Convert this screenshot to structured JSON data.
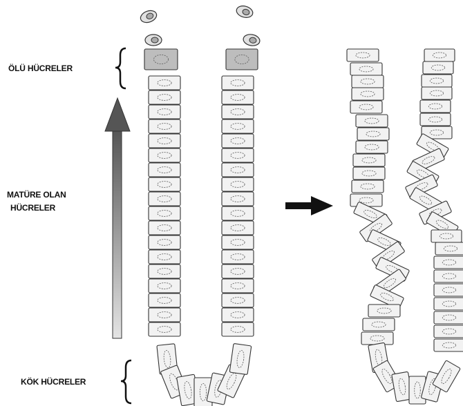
{
  "labels": {
    "dead_cells": "ÖLÜ HÜCRELER",
    "maturing_cells_line1": "MATÜRE OLAN",
    "maturing_cells_line2": "HÜCRELER",
    "stem_cells": "KÖK HÜCRELER"
  },
  "colors": {
    "cell_fill": "#f2f2f2",
    "cell_stroke": "#333333",
    "dead_cell_fill": "#bdbdbd",
    "arrow_dark": "#555555",
    "arrow_light": "#e4e4e4"
  }
}
